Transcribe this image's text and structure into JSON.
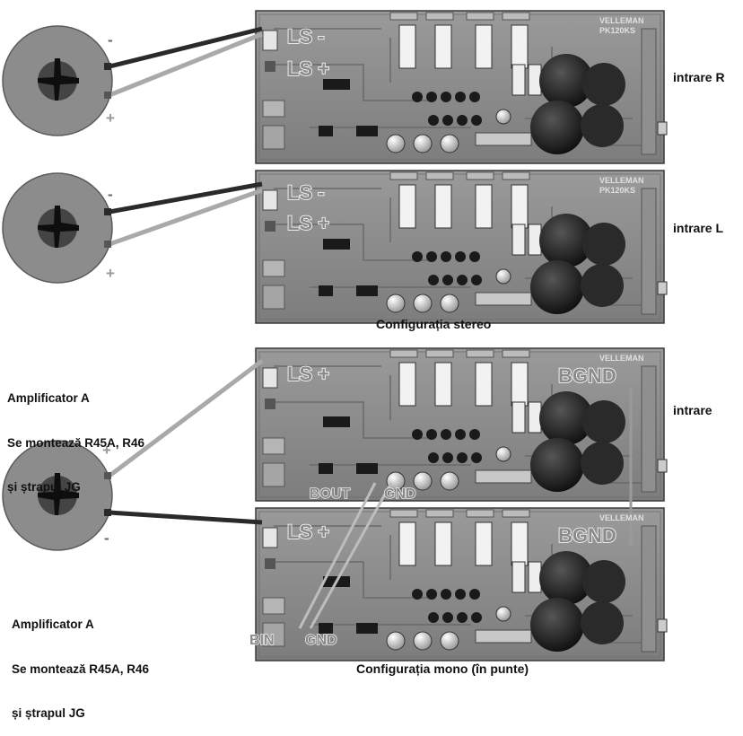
{
  "diagram": {
    "speakers": [
      {
        "minus": "-",
        "plus": "+"
      },
      {
        "minus": "-",
        "plus": "+"
      },
      {
        "plus": "+",
        "minus": "-"
      }
    ],
    "boards": [
      {
        "brand": "VELLEMAN",
        "model": "PK120KS",
        "ls_top": "LS -",
        "ls_bottom": "LS +"
      },
      {
        "brand": "VELLEMAN",
        "model": "PK120KS",
        "ls_top": "LS -",
        "ls_bottom": "LS +"
      },
      {
        "brand": "VELLEMAN",
        "ls_top": "LS +",
        "bgnd": "BGND",
        "bout": "BOUT",
        "gnd": "GND"
      },
      {
        "brand": "VELLEMAN",
        "ls_top": "LS +",
        "bgnd": "BGND",
        "bin": "BIN",
        "gnd": "GND"
      }
    ],
    "inputs": {
      "right": "intrare R",
      "left": "intrare L",
      "mono": "intrare"
    },
    "captions": {
      "stereo": "Configurația stereo",
      "mono": "Configurația mono (în punte)"
    },
    "amp_a": {
      "line1": "Amplificator A",
      "line2": "Se montează R45A, R46",
      "line3": "și ștrapul JG"
    },
    "amp_b": {
      "line1": "Amplificator A",
      "line2": "Se montează R45A, R46",
      "line3": "și ștrapul JG"
    },
    "colors": {
      "board": "#8a8a8a",
      "speaker": "#8c8c8c",
      "wire_dark": "#2a2a2a",
      "wire_light": "#a9a9a9",
      "label_outline": "#ffffff"
    }
  }
}
